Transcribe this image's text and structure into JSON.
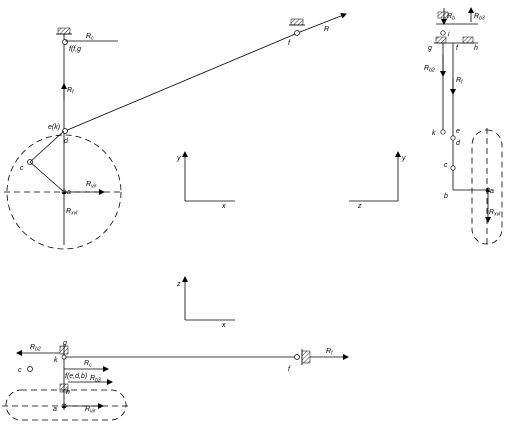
{
  "front": {
    "R": "R",
    "Rc": "R",
    "Rc_sub": "c",
    "fg": "f(f,g",
    "Rf": "R",
    "Rf_sub": "f",
    "ek": "e(k)",
    "d": "d",
    "c": "c",
    "a": "a",
    "Rvir": "R",
    "Rvir_sub": "vir",
    "Rxvl": "R",
    "Rxvl_sub": "xvl",
    "f": "f"
  },
  "axes_xy": {
    "y": "y",
    "x": "x"
  },
  "axes_zy": {
    "y": "y",
    "z": "z"
  },
  "axes_xz": {
    "z": "z",
    "x": "x"
  },
  "side": {
    "Rb": "R",
    "Rb_sub": "b",
    "Rb3": "R",
    "Rb3_sub": "b3",
    "i": "i",
    "g": "g",
    "f": "f",
    "h": "h",
    "Rb2": "R",
    "Rb2_sub": "b2",
    "Rf": "R",
    "Rf_sub": "f",
    "k": "k",
    "e": "e",
    "d": "d",
    "c": "c",
    "b": "b",
    "a": "a",
    "Rxvl": "R",
    "Rxvl_sub": "xvl"
  },
  "top": {
    "Rb2": "R",
    "Rb2_sub": "b2",
    "g": "g",
    "k": "k",
    "Rc": "R",
    "Rc_sub": "c",
    "c": "c",
    "fedb": "f(e,d,b)",
    "Rb3": "R",
    "Rb3_sub": "b3",
    "h": "h",
    "a": "a",
    "Rvir": "R",
    "Rvir_sub": "vir",
    "Rf": "R",
    "Rf_sub": "f",
    "f": "f"
  }
}
